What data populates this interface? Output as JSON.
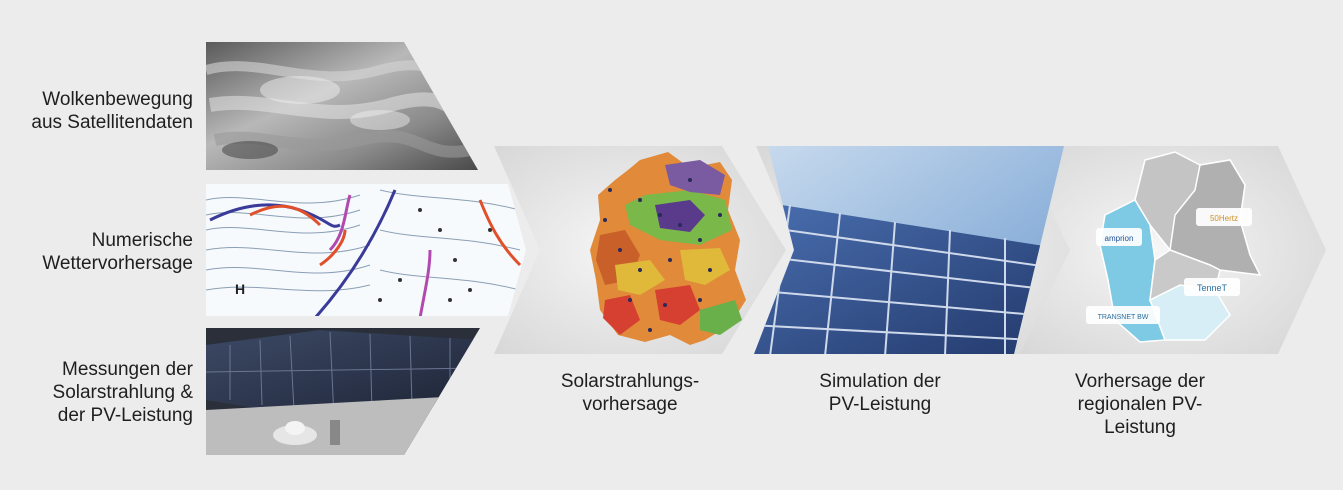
{
  "inputs": [
    {
      "label": "Wolkenbewegung\naus Satellitendaten"
    },
    {
      "label": "Numerische\nWettervorhersage"
    },
    {
      "label": "Messungen der\nSolarstrahlung &\nder PV-Leistung"
    }
  ],
  "steps": [
    {
      "label": "Solarstrahlungs-\nvorhersage"
    },
    {
      "label": "Simulation der\nPV-Leistung"
    },
    {
      "label": "Vorhersage der\nregionalen PV-\nLeistung"
    }
  ],
  "tso_logos": {
    "amprion": "amprion",
    "hertz": "50Hertz",
    "tennet": "TenneT",
    "transnet": "TRANSNET BW"
  },
  "colors": {
    "background": "#ececec",
    "chevron": "#e2e2e2",
    "panel_blue": "#3b5f9c",
    "sky": "#8fb3d9",
    "amprion_region": "#7ec9e3",
    "other_region": "#b8b8b8"
  }
}
